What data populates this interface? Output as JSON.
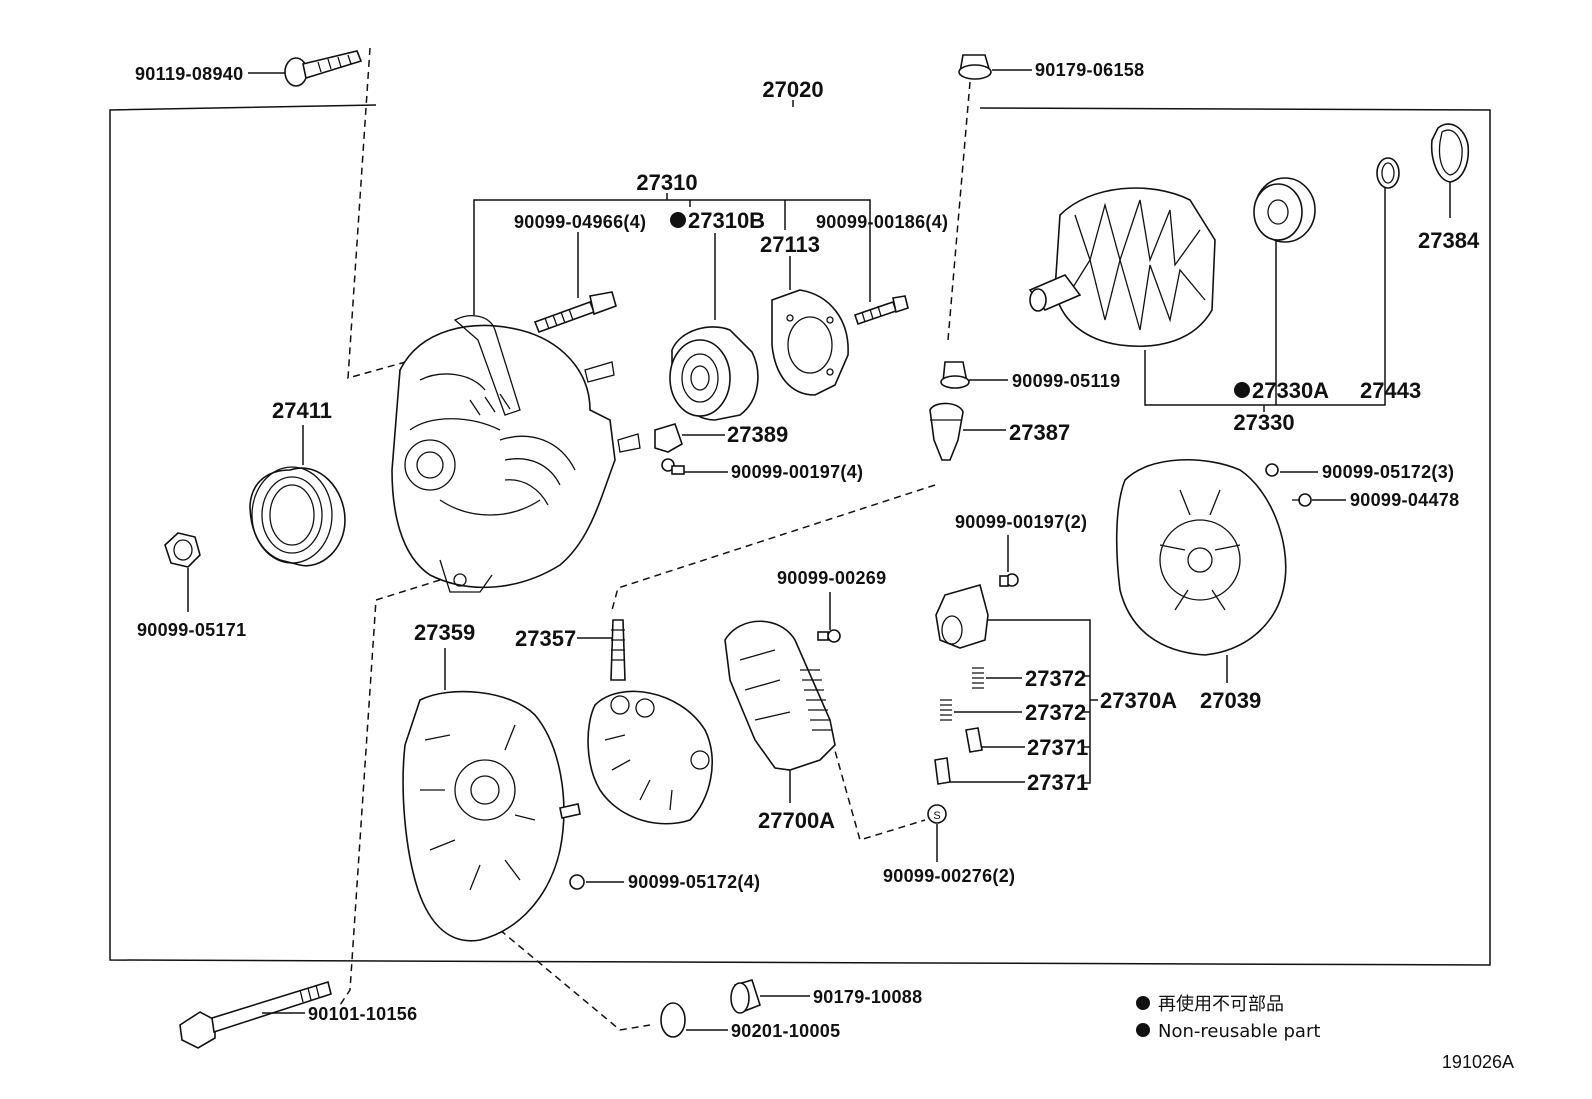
{
  "assembly": {
    "main": "27020",
    "sub_27310": "27310",
    "sub_27330": "27330",
    "sub_27370a": "27370A"
  },
  "labels": {
    "p90119_08940": "90119-08940",
    "p90179_06158": "90179-06158",
    "p90099_04966": "90099-04966(4)",
    "p27310b": "27310B",
    "p27113": "27113",
    "p90099_00186": "90099-00186(4)",
    "p27384": "27384",
    "p27411": "27411",
    "p90099_05119": "90099-05119",
    "p27330a": "27330A",
    "p27443": "27443",
    "p27389": "27389",
    "p27387": "27387",
    "p90099_00197_4": "90099-00197(4)",
    "p90099_05172_3": "90099-05172(3)",
    "p90099_04478": "90099-04478",
    "p90099_05171": "90099-05171",
    "p90099_00197_2": "90099-00197(2)",
    "p90099_00269": "90099-00269",
    "p27359": "27359",
    "p27357": "27357",
    "p27372a": "27372",
    "p27372b": "27372",
    "p27371a": "27371",
    "p27371b": "27371",
    "p27039": "27039",
    "p27700a": "27700A",
    "p90099_05172_4": "90099-05172(4)",
    "p90099_00276": "90099-00276(2)",
    "p90101_10156": "90101-10156",
    "p90179_10088": "90179-10088",
    "p90201_10005": "90201-10005"
  },
  "legend": {
    "jp": "再使用不可部品",
    "en": "Non-reusable part"
  },
  "diagram_id": "191026A"
}
